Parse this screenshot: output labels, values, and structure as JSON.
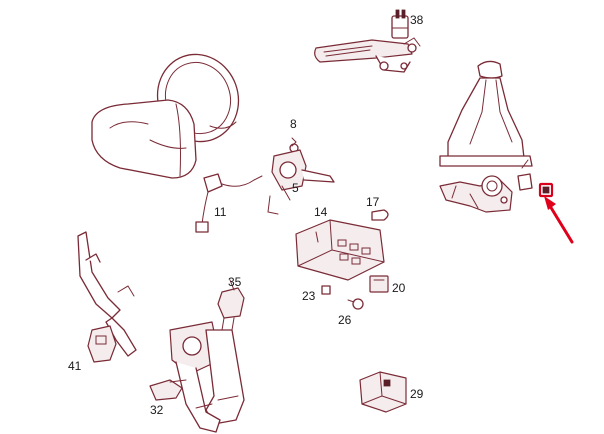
{
  "callouts": {
    "p38": "38",
    "p8": "8",
    "p5": "5",
    "p11": "11",
    "p14": "14",
    "p17": "17",
    "p35": "35",
    "p23": "23",
    "p20": "20",
    "p26": "26",
    "p41": "41",
    "p32": "32",
    "p29": "29"
  },
  "colors": {
    "line_art": "#7a2b36",
    "highlight": "#d9001b",
    "arrow": "#e0001b"
  }
}
